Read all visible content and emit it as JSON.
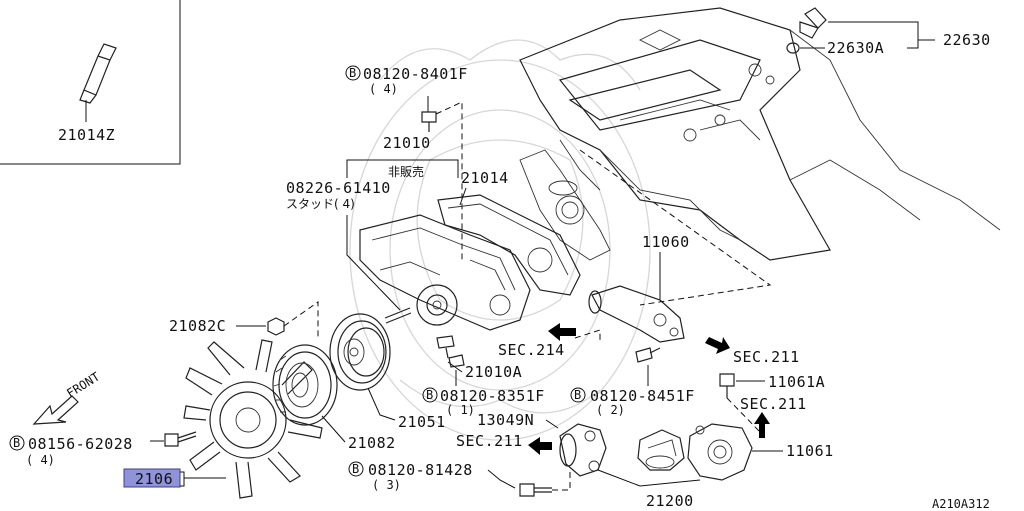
{
  "parts": {
    "p22630": "22630",
    "p22630a": "22630A",
    "p21014z": "21014Z",
    "b8401f": "08120-8401F",
    "q8401f": "( 4)",
    "p21010": "21010",
    "hanbai": "非販売",
    "p21014": "21014",
    "p61410": "08226-61410",
    "stud": "スタッド( 4)",
    "p11060": "11060",
    "p21082c": "21082C",
    "sec214": "SEC.214",
    "sec211a": "SEC.211",
    "p21010a": "21010A",
    "b8351f": "08120-8351F",
    "q8351f": "( 1)",
    "b8451f": "08120-8451F",
    "q8451f": "( 2)",
    "p11061a": "11061A",
    "sec211b": "SEC.211",
    "front": "FRONT",
    "p21051": "21051",
    "p13049n": "13049N",
    "b62028": "08156-62028",
    "q62028": "( 4)",
    "p21082": "21082",
    "sec211c": "SEC.211",
    "p11061": "11061",
    "p2106": "2106",
    "b81428": "08120-81428",
    "q81428": "( 3)",
    "p21200": "21200",
    "ref": "A210A312"
  },
  "symbols": {
    "bolt_marker": "B"
  },
  "colors": {
    "highlight": "#8f93d8",
    "line": "#111111"
  }
}
